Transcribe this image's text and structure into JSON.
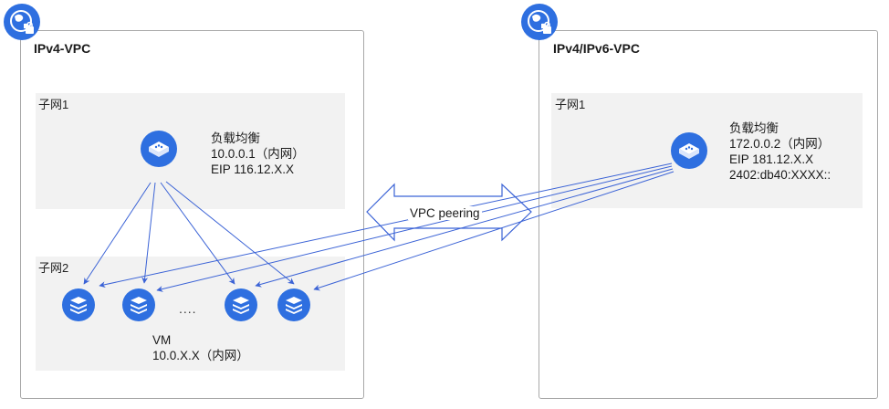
{
  "vpcs": [
    {
      "title": "IPv4-VPC",
      "subnets": [
        {
          "label": "子网1"
        },
        {
          "label": "子网2"
        }
      ],
      "load_balancer": {
        "name": "负载均衡",
        "private_ip": "10.0.0.1（内网）",
        "eip": "EIP 116.12.X.X"
      },
      "vm": {
        "name": "VM",
        "ip": "10.0.X.X（内网）",
        "ellipsis": "....",
        "count": 4
      }
    },
    {
      "title": "IPv4/IPv6-VPC",
      "subnets": [
        {
          "label": "子网1"
        }
      ],
      "load_balancer": {
        "name": "负载均衡",
        "private_ip": "172.0.0.2（内网）",
        "eip": "EIP 181.12.X.X",
        "ipv6": "2402:db40:XXXX::"
      }
    }
  ],
  "peering": {
    "label": "VPC peering"
  },
  "icons": {
    "vpc": "vpc-globe-lock-icon",
    "load_balancer": "load-balancer-icon",
    "vm": "vm-server-icon"
  },
  "colors": {
    "icon_blue": "#2e6fe0",
    "line_blue": "#3b63d6",
    "subnet_bg": "#f2f2f2",
    "border": "#a8a8a8"
  }
}
